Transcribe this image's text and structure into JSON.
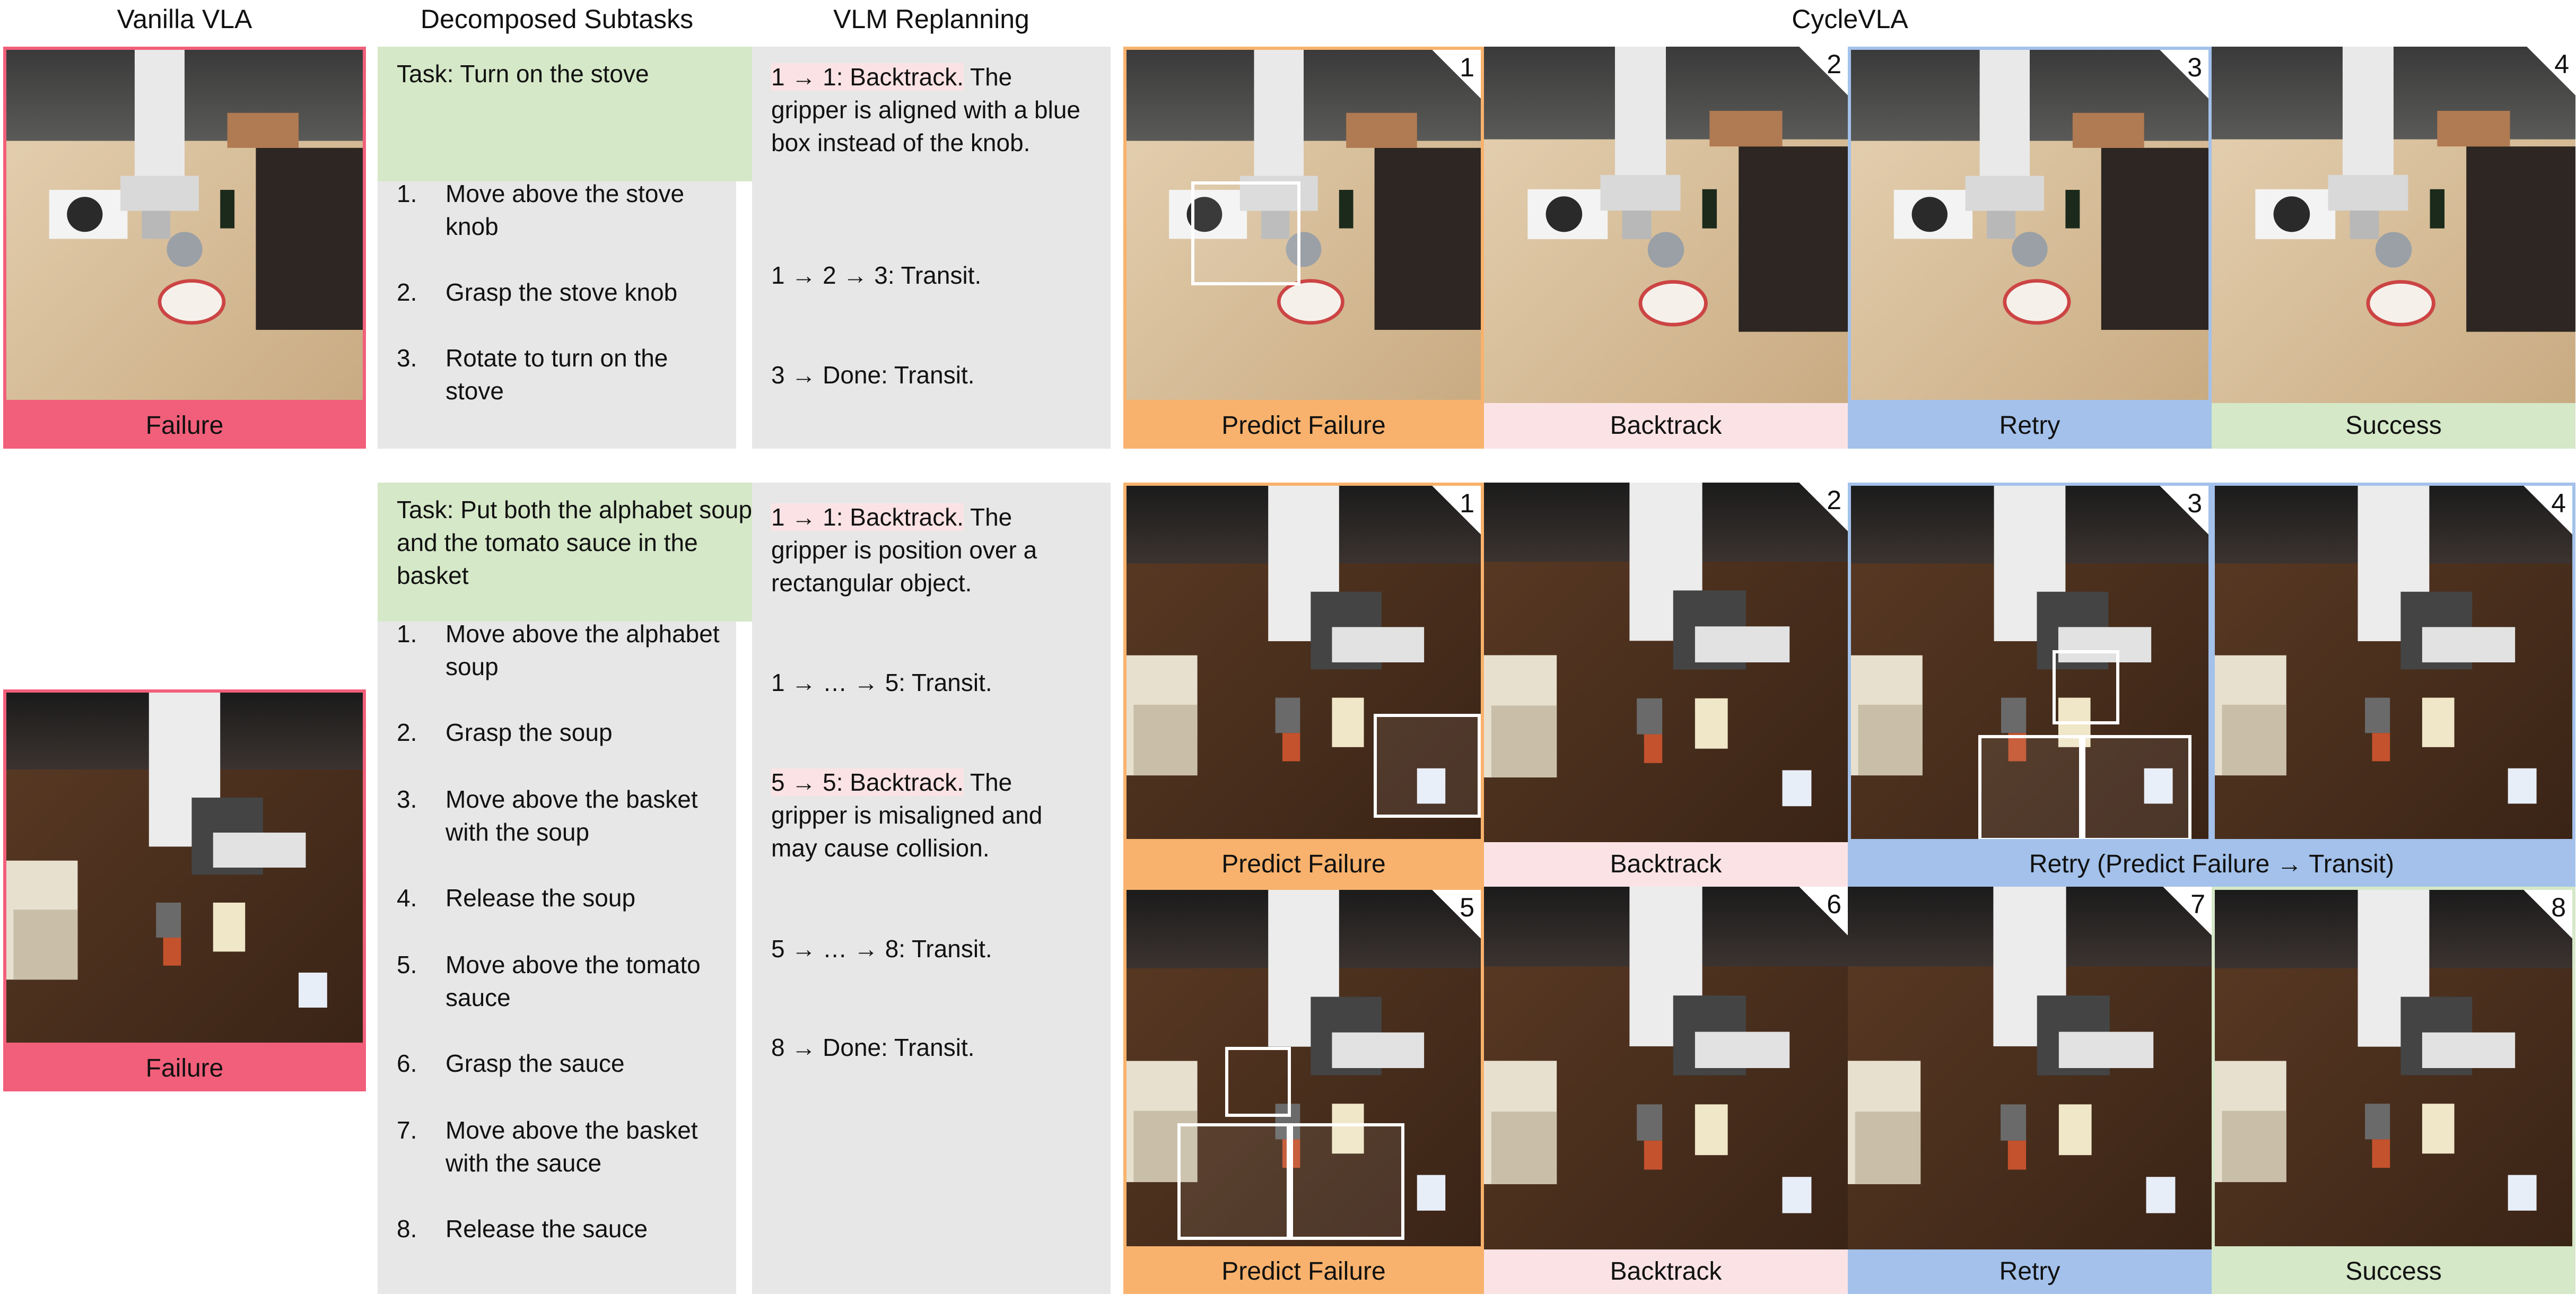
{
  "headers": {
    "vanilla": "Vanilla VLA",
    "decomposed": "Decomposed Subtasks",
    "replanning": "VLM Replanning",
    "cyclevla": "CycleVLA"
  },
  "colors": {
    "failure": "#f25f7a",
    "predict_failure": "#f8b26d",
    "backtrack": "#fbe3e5",
    "retry": "#a3c1ea",
    "success": "#d5e8c8",
    "panel": "#e7e7e7"
  },
  "row1": {
    "vanilla_label": "Failure",
    "task": "Task: Turn on the stove",
    "subtasks": [
      {
        "n": "1.",
        "t": "Move above the stove knob"
      },
      {
        "n": "2.",
        "t": "Grasp the stove knob"
      },
      {
        "n": "3.",
        "t": "Rotate to turn on the stove"
      }
    ],
    "replan": [
      {
        "hl": "1 → 1: Backtrack.",
        "rest": " The gripper is aligned with a blue box instead of the knob."
      },
      {
        "hl": "",
        "rest": "1 → 2 → 3: Transit."
      },
      {
        "hl": "",
        "rest": "3 → Done: Transit."
      }
    ],
    "frames": [
      {
        "idx": "1",
        "label": "Predict Failure"
      },
      {
        "idx": "2",
        "label": "Backtrack"
      },
      {
        "idx": "3",
        "label": "Retry"
      },
      {
        "idx": "4",
        "label": "Success"
      }
    ]
  },
  "row2": {
    "vanilla_label": "Failure",
    "task": "Task: Put both the alphabet soup and the tomato sauce in the basket",
    "subtasks": [
      {
        "n": "1.",
        "t": "Move above the alphabet soup"
      },
      {
        "n": "2.",
        "t": "Grasp the soup"
      },
      {
        "n": "3.",
        "t": "Move above the basket with the soup"
      },
      {
        "n": "4.",
        "t": "Release the soup"
      },
      {
        "n": "5.",
        "t": "Move above the tomato sauce"
      },
      {
        "n": "6.",
        "t": "Grasp the sauce"
      },
      {
        "n": "7.",
        "t": "Move above the basket with the sauce"
      },
      {
        "n": "8.",
        "t": "Release the sauce"
      }
    ],
    "replan": [
      {
        "hl": "1 → 1: Backtrack.",
        "rest": " The gripper is position over a rectangular object."
      },
      {
        "hl": "",
        "rest": "1 → … → 5: Transit."
      },
      {
        "hl": "5 → 5: Backtrack.",
        "rest": " The gripper is misaligned and may cause collision."
      },
      {
        "hl": "",
        "rest": "5 → … → 8: Transit."
      },
      {
        "hl": "",
        "rest": "8 → Done: Transit."
      }
    ],
    "frames": [
      {
        "idx": "1"
      },
      {
        "idx": "2"
      },
      {
        "idx": "3"
      },
      {
        "idx": "4"
      },
      {
        "idx": "5"
      },
      {
        "idx": "6"
      },
      {
        "idx": "7"
      },
      {
        "idx": "8"
      }
    ],
    "labels_top": [
      {
        "label": "Predict Failure"
      },
      {
        "label": "Backtrack"
      },
      {
        "label": "Retry (Predict Failure → Transit)"
      }
    ],
    "labels_bottom": [
      {
        "label": "Predict Failure"
      },
      {
        "label": "Backtrack"
      },
      {
        "label": "Retry"
      },
      {
        "label": "Success"
      }
    ]
  }
}
